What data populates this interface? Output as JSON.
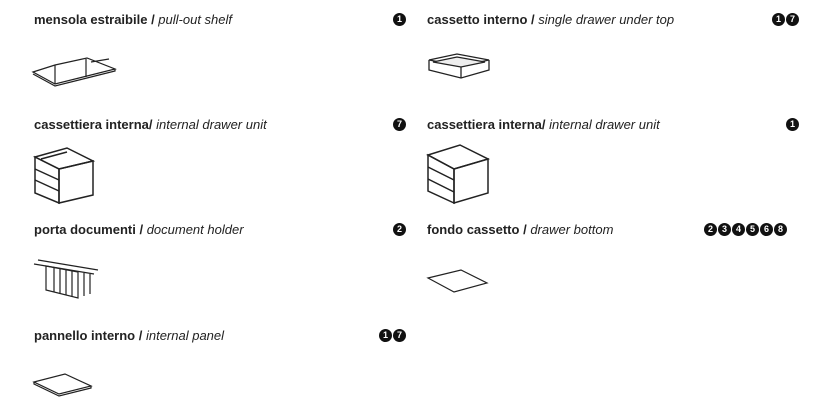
{
  "items": [
    {
      "it": "mensola estraibile",
      "sep": " / ",
      "en": "pull-out shelf",
      "badges": [
        "1"
      ],
      "icon": "pull-out-shelf"
    },
    {
      "it": "cassetto interno",
      "sep": " / ",
      "en": "single drawer under top",
      "badges": [
        "1",
        "7"
      ],
      "icon": "single-drawer"
    },
    {
      "it": "cassettiera interna",
      "sep": "/ ",
      "en": "internal drawer unit",
      "badges": [
        "7"
      ],
      "icon": "open-drawer-unit"
    },
    {
      "it": "cassettiera interna",
      "sep": "/ ",
      "en": "internal drawer unit",
      "badges": [
        "1"
      ],
      "icon": "closed-drawer-unit"
    },
    {
      "it": "porta documenti",
      "sep": " / ",
      "en": "document holder",
      "badges": [
        "2"
      ],
      "icon": "document-holder"
    },
    {
      "it": "fondo cassetto",
      "sep": " / ",
      "en": "drawer bottom",
      "badges": [
        "2",
        "3",
        "4",
        "5",
        "6",
        "8"
      ],
      "icon": "drawer-bottom-panel"
    },
    {
      "it": "pannello interno",
      "sep": " / ",
      "en": "internal panel",
      "badges": [
        "1",
        "7"
      ],
      "icon": "internal-panel"
    }
  ]
}
